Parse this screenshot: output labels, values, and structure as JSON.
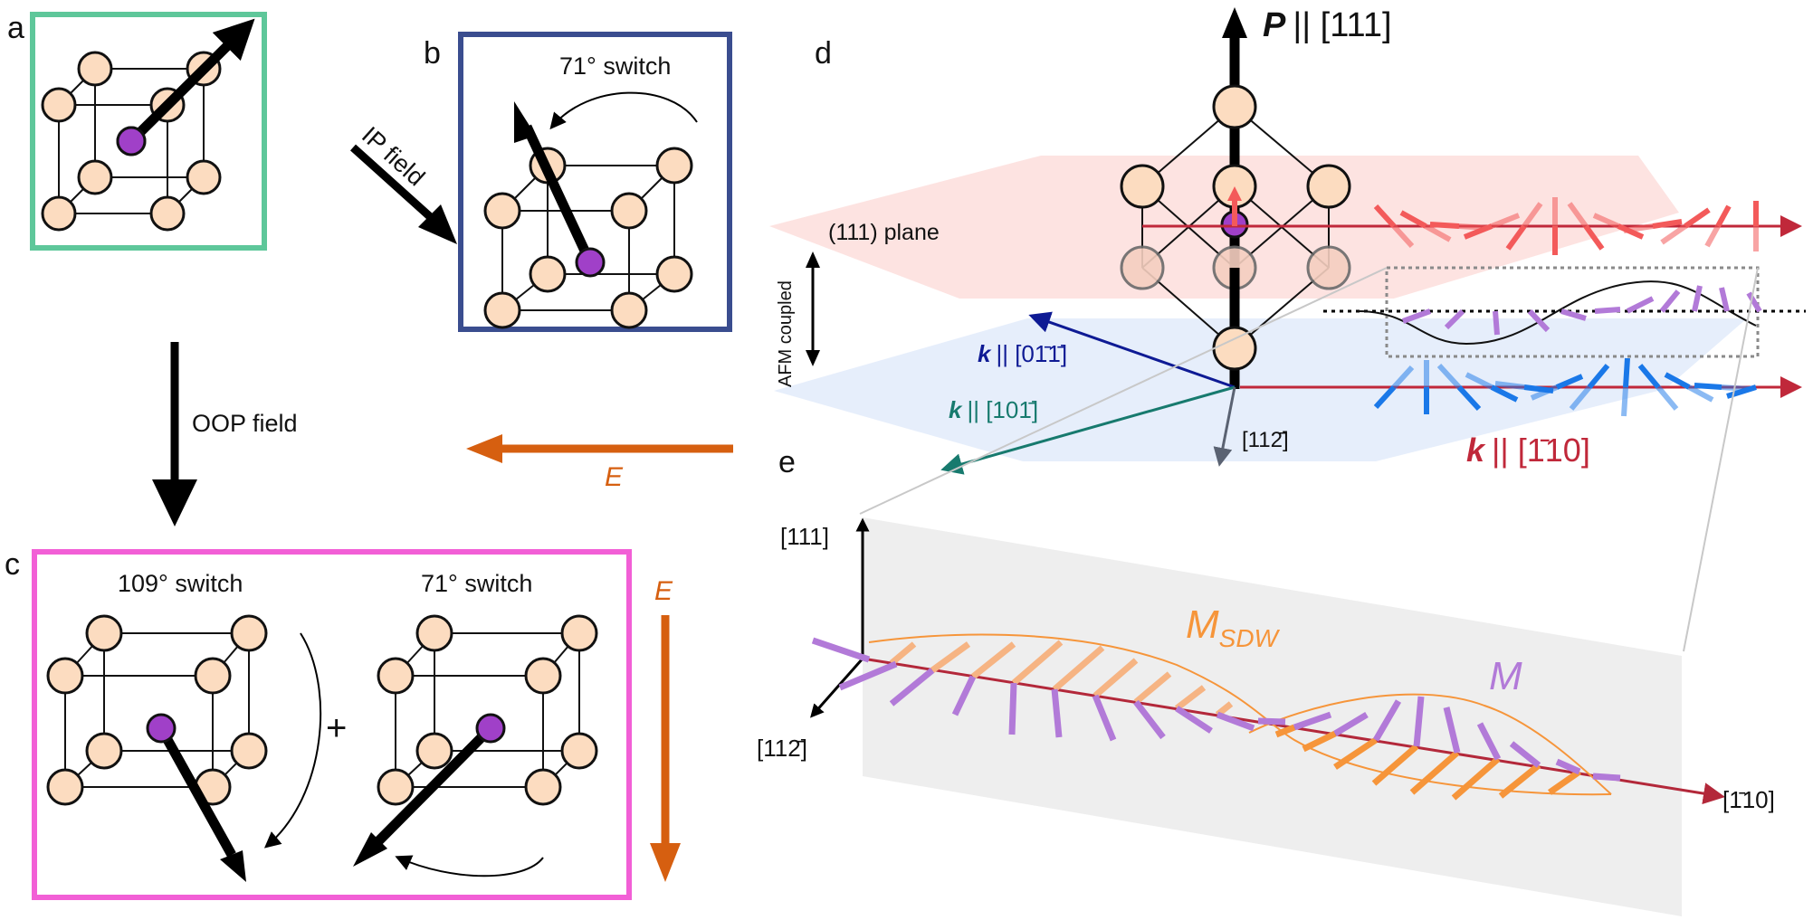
{
  "panel_a": {
    "letter": "a"
  },
  "panel_b": {
    "letter": "b",
    "switch_label": "71° switch",
    "field_label": "IP field",
    "e_label": "E"
  },
  "panel_c": {
    "letter": "c",
    "switch_left": "109° switch",
    "switch_right": "71° switch",
    "plus": "+",
    "e_label": "E"
  },
  "oop_field": "OOP field",
  "panel_d": {
    "letter": "d",
    "P_symbol": "P",
    "P_dir": "|| [111]",
    "plane": "(111) plane",
    "afm": "AFM coupled",
    "k_symbol": "k",
    "k1": "|| [0",
    "k1_bar": "1̄1̄",
    "k1_end": "]",
    "k2": "|| [10",
    "k2_bar": "1̄",
    "k2_end": "]",
    "k3_main": "|| [",
    "k3_bar": "1̄",
    "k3_end": "10]",
    "dir_112": "[11",
    "dir_112_bar": "2̄",
    "dir_112_end": "]"
  },
  "panel_e": {
    "letter": "e",
    "axis_111": "[111]",
    "axis_112": "[11",
    "axis_112_bar": "2̄",
    "axis_112_end": "]",
    "axis_110": "[",
    "axis_110_bar": "1̄",
    "axis_110_end": "10]",
    "M_sdw": "M",
    "M_sdw_sub": "SDW",
    "M": "M"
  },
  "colors": {
    "panel_a_border": "#5ec79a",
    "panel_b_border": "#3a4d8f",
    "panel_c_border": "#f25fd6",
    "atom_fill": "#fcdcc0",
    "center_atom": "#a040c8",
    "E_arrow": "#d65f10",
    "k_red": "#c0283a",
    "k_blue": "#0e1a94",
    "k_teal": "#177a6e",
    "spin_red": "#f35a5a",
    "spin_blue": "#1a78e8",
    "spin_purple": "#b27ad8",
    "sdw_orange": "#f6953a"
  }
}
